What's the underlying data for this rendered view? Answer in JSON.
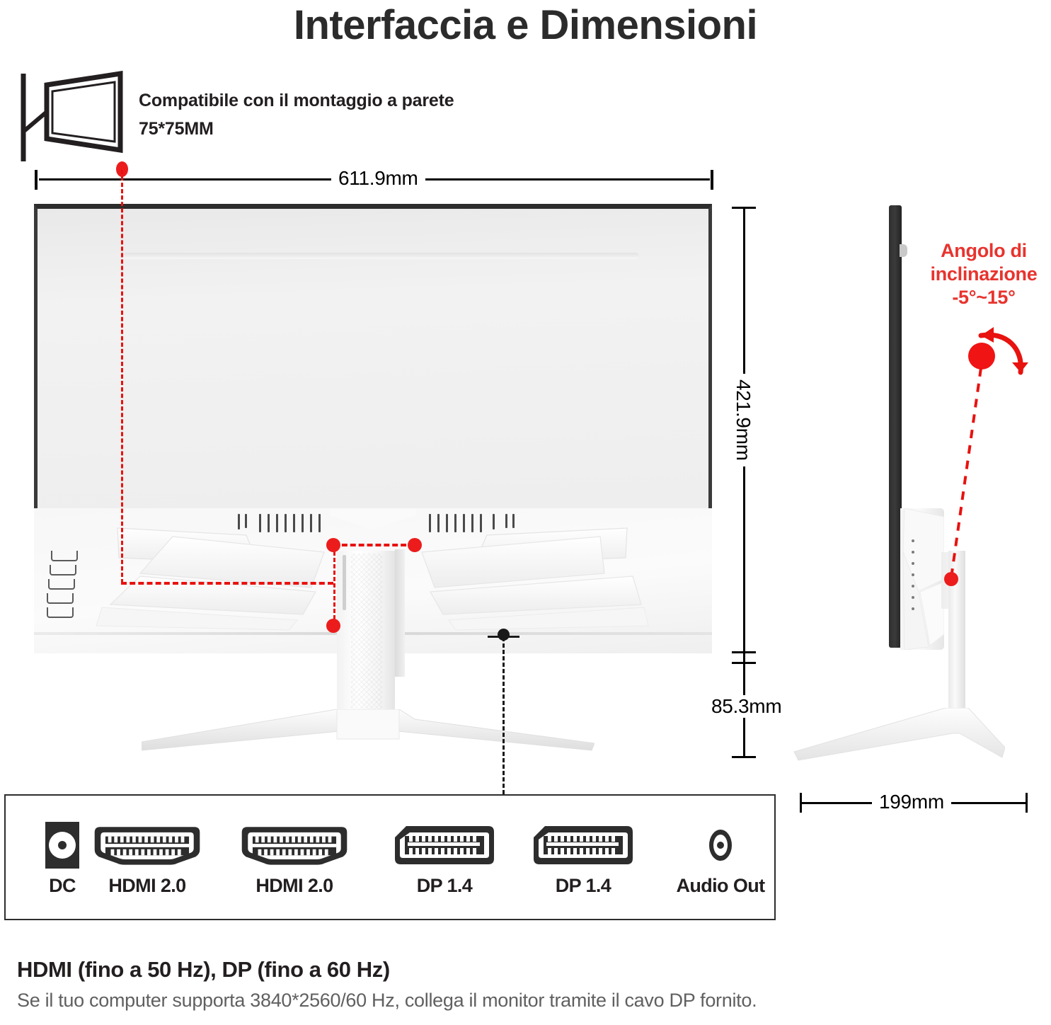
{
  "title": "Interfaccia e Dimensioni",
  "wall_mount": {
    "icon": "wall-mount-icon",
    "line1": "Compatibile con il montaggio a parete",
    "line2": "75*75MM"
  },
  "dimensions": {
    "width": "611.9mm",
    "height": "421.9mm",
    "stand_height": "85.3mm",
    "depth": "199mm"
  },
  "tilt": {
    "label_line1": "Angolo di",
    "label_line2": "inclinazione",
    "value": "-5°~15°",
    "color": "#e8332e"
  },
  "ports": {
    "items": [
      {
        "label": "DC",
        "icon": "dc-power-port-icon"
      },
      {
        "label": "HDMI 2.0",
        "icon": "hdmi-port-icon"
      },
      {
        "label": "HDMI 2.0",
        "icon": "hdmi-port-icon"
      },
      {
        "label": "DP 1.4",
        "icon": "displayport-port-icon"
      },
      {
        "label": "DP 1.4",
        "icon": "displayport-port-icon"
      },
      {
        "label": "Audio Out",
        "icon": "audio-jack-port-icon"
      }
    ]
  },
  "footer": {
    "heading": "HDMI (fino a 50 Hz), DP (fino a 60 Hz)",
    "subtext": "Se il tuo computer supporta 3840*2560/60 Hz, collega il monitor tramite il cavo DP fornito."
  },
  "colors": {
    "accent_red": "#e8120f",
    "text_dark": "#231f20",
    "text_gray": "#606060"
  }
}
